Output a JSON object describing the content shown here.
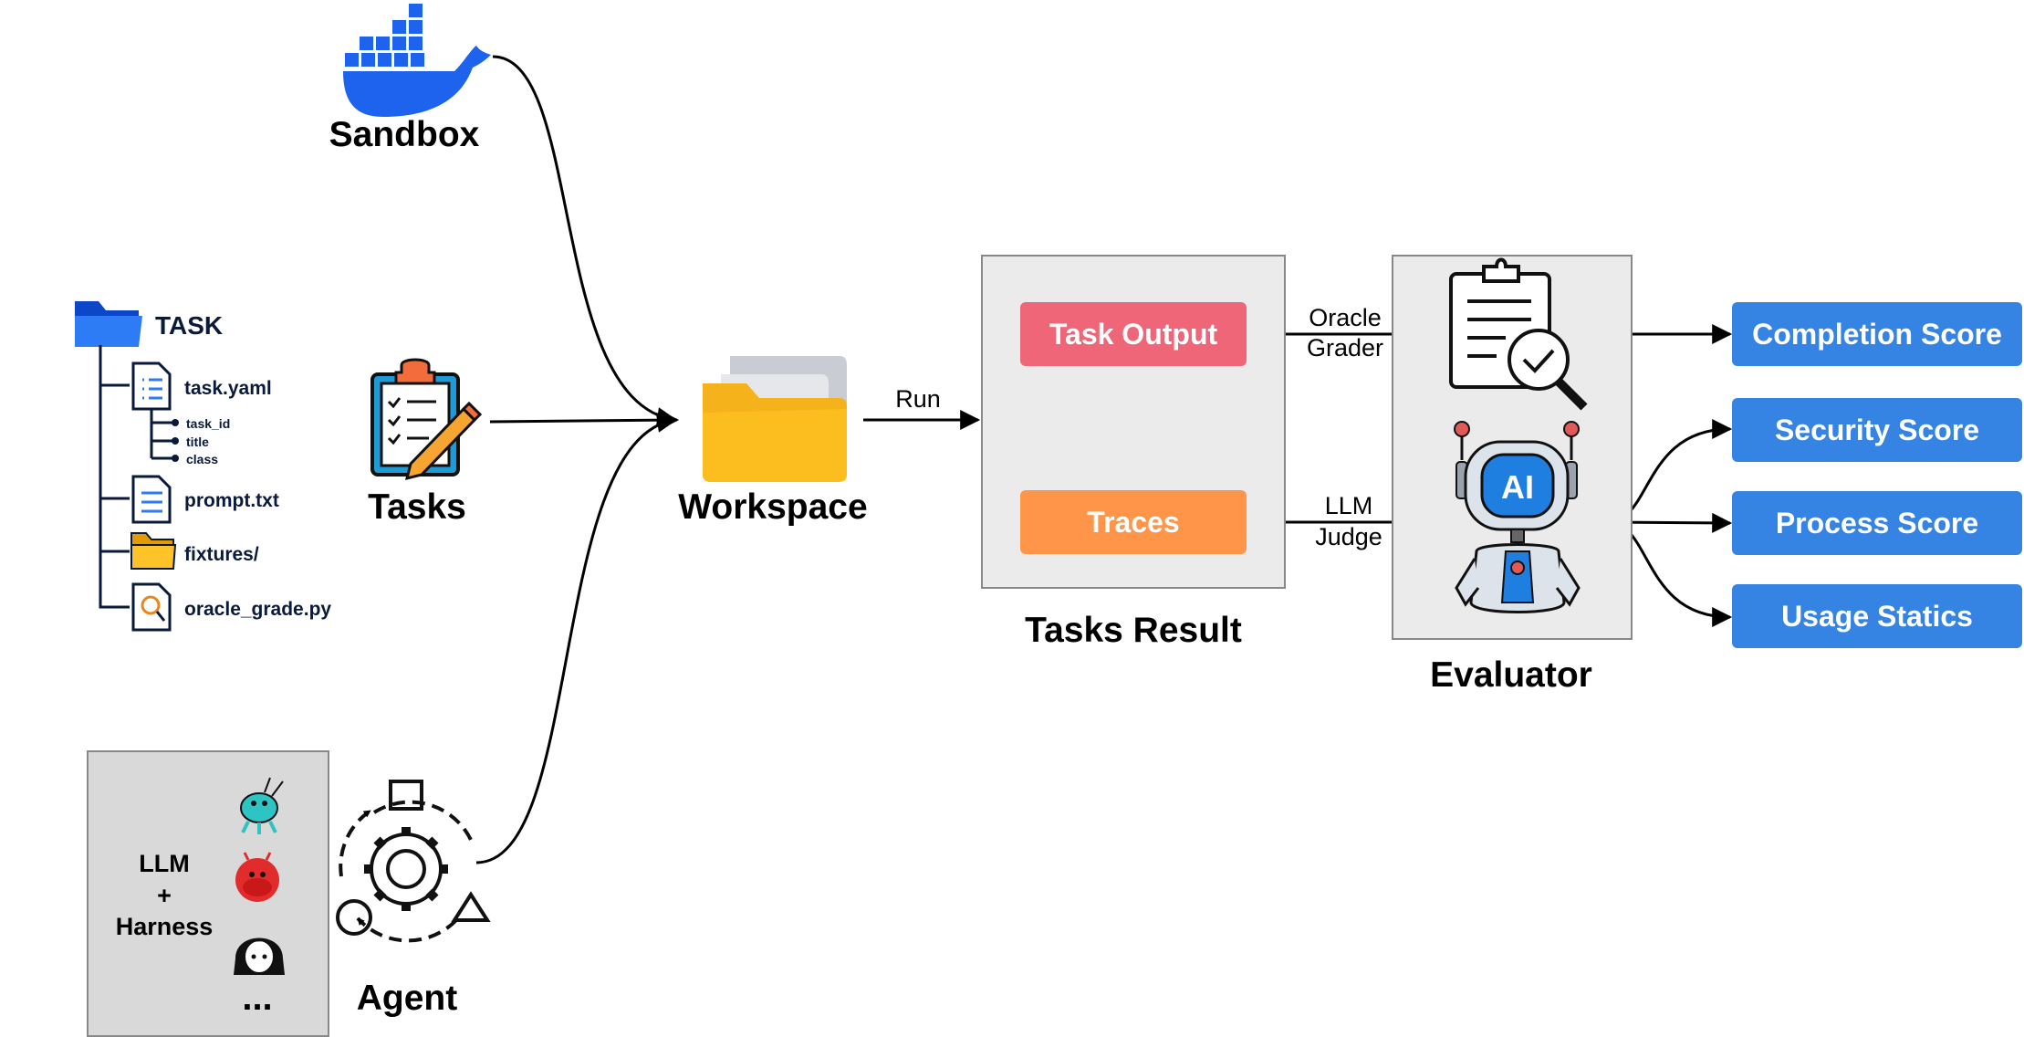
{
  "nodes": {
    "sandbox": {
      "label": "Sandbox",
      "icon": "docker-whale-icon"
    },
    "tasks": {
      "label": "Tasks",
      "icon": "clipboard-checklist-icon"
    },
    "workspace": {
      "label": "Workspace",
      "icon": "folder-icon"
    },
    "agent": {
      "label": "Agent",
      "icon": "agent-cycle-gear-icon"
    },
    "tasks_result": {
      "label": "Tasks Result"
    },
    "evaluator": {
      "label": "Evaluator"
    }
  },
  "task_tree": {
    "root": "TASK",
    "files": [
      {
        "name": "task.yaml",
        "icon": "list-file-icon",
        "fields": [
          "task_id",
          "title",
          "class"
        ]
      },
      {
        "name": "prompt.txt",
        "icon": "text-file-icon"
      },
      {
        "name": "fixtures/",
        "icon": "folder-icon"
      },
      {
        "name": "oracle_grade.py",
        "icon": "search-file-icon"
      }
    ]
  },
  "agent_box": {
    "line1": "LLM",
    "line2": "+",
    "line3": "Harness",
    "more": "...",
    "icons": [
      "lobster-mascot-icon",
      "red-creature-icon",
      "anime-girl-icon"
    ]
  },
  "edges": {
    "run_label": "Run",
    "oracle_line1": "Oracle",
    "oracle_line2": "Grader",
    "llm_line1": "LLM",
    "llm_line2": "Judge"
  },
  "result_boxes": {
    "task_output": {
      "label": "Task Output",
      "color": "#EE6677"
    },
    "traces": {
      "label": "Traces",
      "color": "#FF9548"
    }
  },
  "evaluator_icons": [
    "clipboard-magnifier-check-icon",
    "ai-robot-icon"
  ],
  "scores": {
    "color": "#3584E4",
    "items": [
      "Completion Score",
      "Security Score",
      "Process Score",
      "Usage Statics"
    ]
  }
}
